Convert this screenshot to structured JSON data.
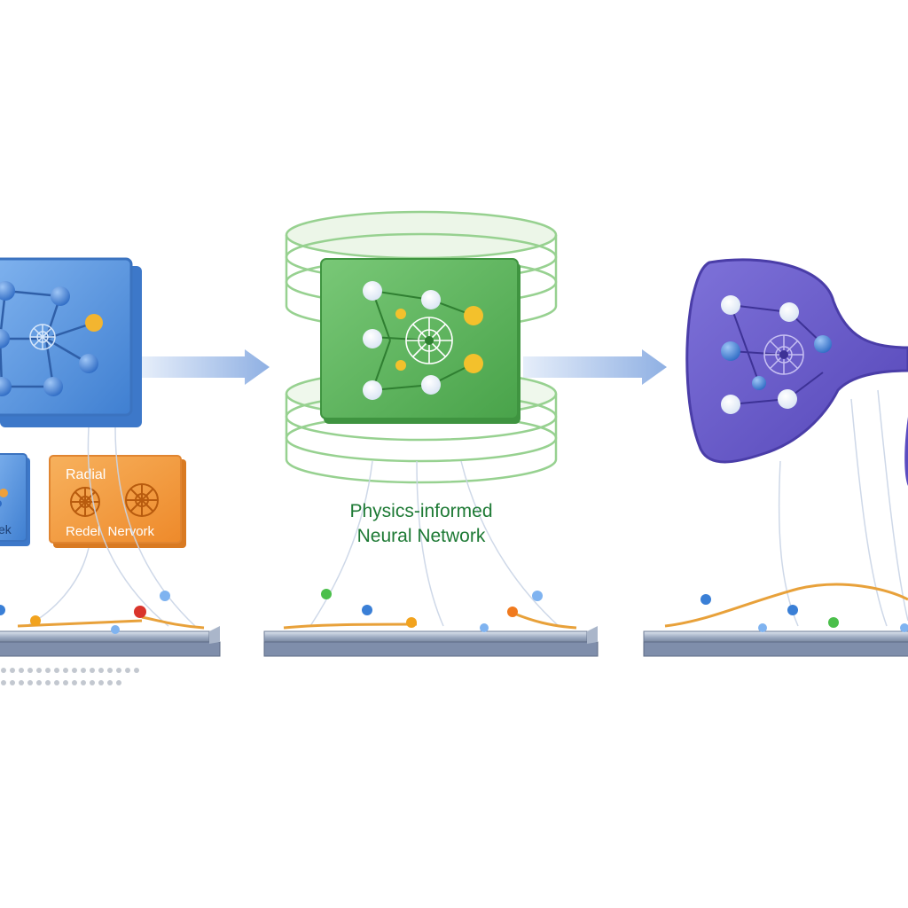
{
  "labels": {
    "center_line1": "Physics-informed",
    "center_line2": "Neural Network",
    "orange_card_top": "Radial",
    "orange_card_bottom": "Redel  Nervork",
    "blue_small_card_fragment": "ek"
  },
  "colors": {
    "blue_panel": "#5b97e0",
    "green_panel": "#5bb45a",
    "purple_shape": "#6a5cc8",
    "orange_card": "#f29a3e",
    "arrow": "#8fb0e3",
    "caption": "#1e7a35",
    "rail": "#8596b0",
    "wire": "#e8a13a"
  },
  "icons": [
    "graph-network-icon",
    "flow-arrow-icon",
    "cylinder-ring-icon",
    "hub-node-icon",
    "rail-icon"
  ]
}
